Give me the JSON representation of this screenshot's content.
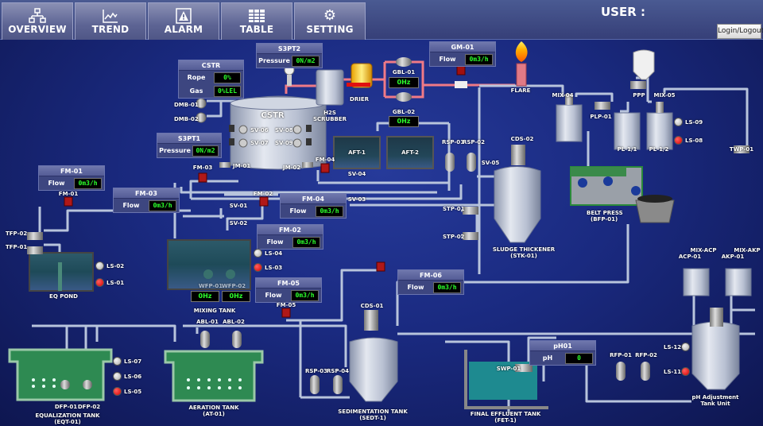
{
  "nav": {
    "items": [
      {
        "label": "OVERVIEW",
        "icon": "network-icon"
      },
      {
        "label": "TREND",
        "icon": "trend-chart-icon"
      },
      {
        "label": "ALARM",
        "icon": "alarm-warning-icon"
      },
      {
        "label": "TABLE",
        "icon": "table-icon"
      },
      {
        "label": "SETTING",
        "icon": "gear-icon"
      }
    ],
    "user_label": "USER :",
    "login_button": "Login/Logout"
  },
  "panels": {
    "s3pt2": {
      "title": "S3PT2",
      "label": "Pressure",
      "value": "0N/m2"
    },
    "s3pt1": {
      "title": "S3PT1",
      "label": "Pressure",
      "value": "0N/m2"
    },
    "cstr": {
      "title": "CSTR",
      "rope_label": "Rope",
      "rope_value": "0%",
      "gas_label": "Gas",
      "gas_value": "0%LEL"
    },
    "gm01": {
      "title": "GM-01",
      "label": "Flow",
      "value": "0m3/h"
    },
    "fm01": {
      "title": "FM-01",
      "label": "Flow",
      "value": "0m3/h"
    },
    "fm03": {
      "title": "FM-03",
      "label": "Flow",
      "value": "0m3/h"
    },
    "fm04": {
      "title": "FM-04",
      "label": "Flow",
      "value": "0m3/h"
    },
    "fm02": {
      "title": "FM-02",
      "label": "Flow",
      "value": "0m3/h"
    },
    "fm05": {
      "title": "FM-05",
      "label": "Flow",
      "value": "0m3/h"
    },
    "fm06": {
      "title": "FM-06",
      "label": "Flow",
      "value": "0m3/h"
    },
    "ph01": {
      "title": "pH01",
      "label": "pH",
      "value": "0"
    }
  },
  "displays": {
    "gbl01": "0Hz",
    "gbl02": "0Hz",
    "wfp01": "0Hz",
    "wfp02": "0Hz"
  },
  "equipment": {
    "cstr_name": "CSTR",
    "h2s_scrubber": "H2S\nSCRUBBER",
    "drier": "DRIER",
    "flare": "FLARE",
    "gbl01": "GBL-01",
    "gbl02": "GBL-02",
    "dmb01": "DMB-01",
    "dmb02": "DMB-02",
    "sv06": "SV-06",
    "sv07": "SV-07",
    "sv08": "SV-08",
    "sv09": "SV-09",
    "jm01": "JM-01",
    "jm02": "JM-02",
    "aft1": "AFT-1",
    "aft2": "AFT-2",
    "fm01_tag": "FM-01",
    "fm02_tag": "FM-02",
    "fm03_tag": "FM-03",
    "fm04_tag": "FM-04",
    "fm05_tag": "FM-05",
    "sv01": "SV-01",
    "sv02": "SV-02",
    "sv03": "SV-03",
    "sv04": "SV-04",
    "sv05": "SV-05",
    "tfp01": "TFP-01",
    "tfp02": "TFP-02",
    "eq_pond": "EQ POND",
    "wfp01": "WFP-01",
    "wfp02": "WFP-02",
    "mixing_tank": "MIXING TANK",
    "rsp01": "RSP-01",
    "rsp02": "RSP-02",
    "rsp03": "RSP-03",
    "rsp04": "RSP-04",
    "cds01": "CDS-01",
    "cds02": "CDS-02",
    "stp01": "STP-01",
    "stp02": "STP-02",
    "sludge_thickener": "SLUDGE THICKENER",
    "sludge_thickener_id": "(STK-01)",
    "mix04": "MIX-04",
    "mix05": "MIX-05",
    "plp01": "PLP-01",
    "ppp": "PPP",
    "pl11": "PL-1/1",
    "pl12": "PL-1/2",
    "twp01": "TWP-01",
    "belt_press": "BELT PRESS",
    "belt_press_id": "(BFP-01)",
    "abl01": "ABL-01",
    "abl02": "ABL-02",
    "dfp01": "DFP-01",
    "dfp02": "DFP-02",
    "eq_tank": "EQUALIZATION TANK",
    "eq_tank_id": "(EQT-01)",
    "aeration_tank": "AERATION TANK",
    "aeration_tank_id": "(AT-01)",
    "sed_tank": "SEDIMENTATION TANK",
    "sed_tank_id": "(SEDT-1)",
    "swp01": "SWP-01",
    "final_tank": "FINAL EFFLUENT TANK",
    "final_tank_id": "(FET-1)",
    "rfp01": "RFP-01",
    "rfp02": "RFP-02",
    "mix_acp": "MIX-ACP",
    "mix_akp": "MIX-AKP",
    "acp01": "ACP-01",
    "akp01": "AKP-01",
    "ph_unit": "pH Adjustment",
    "ph_unit2": "Tank Unit"
  },
  "level_switches": [
    {
      "id": "LS-01",
      "state": "on"
    },
    {
      "id": "LS-02",
      "state": "off"
    },
    {
      "id": "LS-03",
      "state": "on"
    },
    {
      "id": "LS-04",
      "state": "off"
    },
    {
      "id": "LS-05",
      "state": "on"
    },
    {
      "id": "LS-06",
      "state": "off"
    },
    {
      "id": "LS-07",
      "state": "off"
    },
    {
      "id": "LS-08",
      "state": "on"
    },
    {
      "id": "LS-09",
      "state": "off"
    },
    {
      "id": "LS-11",
      "state": "on"
    },
    {
      "id": "LS-12",
      "state": "off"
    }
  ],
  "colors": {
    "led_on": "#e00000",
    "led_off": "#c8c8c8",
    "value_text": "#2cff2c",
    "gas_pipe": "#f07a86",
    "water_pipe": "#b8c4dc"
  }
}
